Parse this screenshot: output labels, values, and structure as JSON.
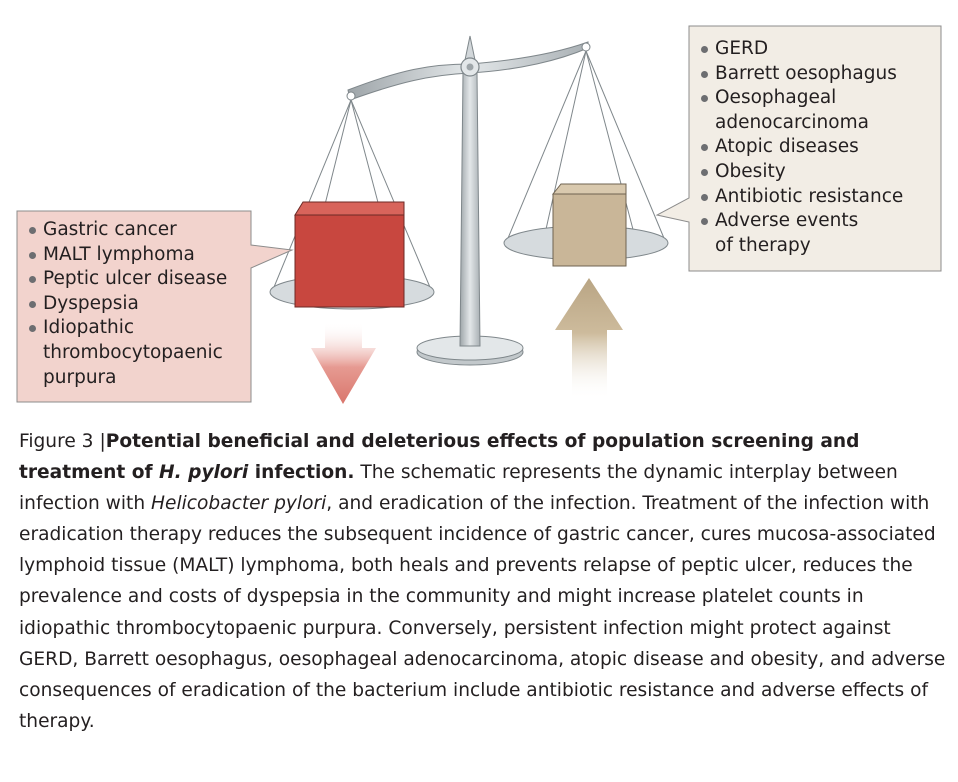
{
  "colors": {
    "beneficial_box": "#c8473f",
    "beneficial_panel": "#f2d3cd",
    "deleterious_box": "#c9b698",
    "deleterious_panel": "#f2ede5",
    "scale_metal": "#c6cccf",
    "arrow_down": "#d98078",
    "arrow_up": "#bda98b"
  },
  "left_callout": {
    "items": [
      "Gastric cancer",
      "MALT lymphoma",
      "Peptic ulcer disease",
      "Dyspepsia",
      "Idiopathic",
      "thrombocytopaenic",
      "purpura"
    ]
  },
  "right_callout": {
    "items": [
      "GERD",
      "Barrett oesophagus",
      "Oesophageal",
      "adenocarcinoma",
      "Atopic diseases",
      "Obesity",
      "Antibiotic resistance",
      "Adverse events",
      "of therapy"
    ]
  },
  "caption": {
    "label": "Figure 3",
    "separator": "|",
    "title_part1": "Potential beneficial and deleterious effects of population screening and treatment of ",
    "title_italic": "H. pylori",
    "title_part2": " infection.",
    "body_part1": " The schematic represents the dynamic interplay between infection with ",
    "body_italic": "Helicobacter pylori",
    "body_part2": ", and eradication of the infection. Treatment of the infection with eradication therapy reduces the subsequent incidence of gastric cancer, cures mucosa-associated lymphoid tissue (MALT) lymphoma, both heals and prevents relapse of peptic ulcer, reduces the prevalence and costs of dyspepsia in the community and might increase platelet counts in idiopathic thrombocytopaenic purpura. Conversely, persistent infection might protect against GERD, Barrett oesophagus, oesophageal adenocarcinoma, atopic disease and obesity, and adverse consequences of eradication of the bacterium include antibiotic resistance and adverse effects of therapy."
  }
}
